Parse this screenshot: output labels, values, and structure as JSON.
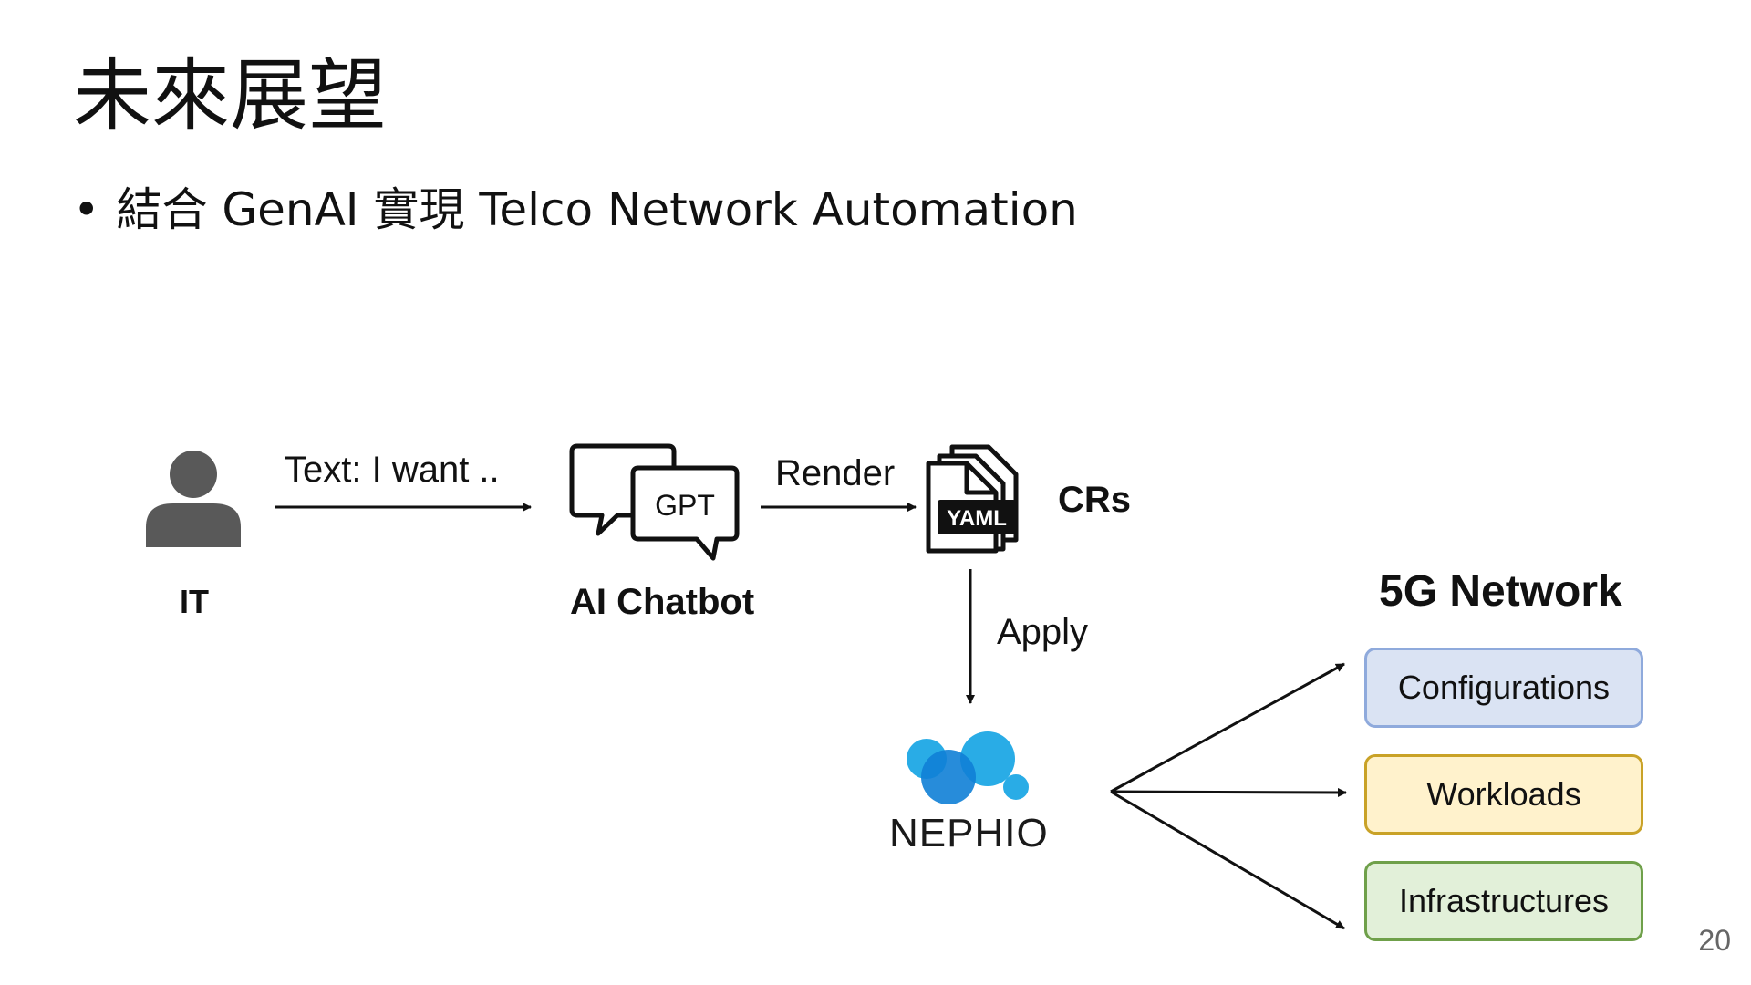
{
  "slide": {
    "title": "未來展望",
    "bullet": "結合 GenAI 實現 Telco Network Automation",
    "page_number": "20"
  },
  "diagram": {
    "user": {
      "label": "IT",
      "icon": "person-icon"
    },
    "edge_text": "Text: I want ..",
    "chatbot": {
      "label": "AI Chatbot",
      "icon": "chat-bubbles-icon",
      "bubble_text": "GPT"
    },
    "edge_render": "Render",
    "crs": {
      "label": "CRs",
      "icon": "yaml-files-icon",
      "badge": "YAML"
    },
    "edge_apply": "Apply",
    "nephio": {
      "logo_text": "NEPHIO",
      "icon": "nephio-logo-icon"
    },
    "network": {
      "title": "5G Network",
      "items": [
        {
          "label": "Configurations",
          "fill": "#dae3f3",
          "border": "#8faadc"
        },
        {
          "label": "Workloads",
          "fill": "#fff2cc",
          "border": "#c9a227"
        },
        {
          "label": "Infrastructures",
          "fill": "#e2f0d9",
          "border": "#6fa04a"
        }
      ]
    }
  }
}
